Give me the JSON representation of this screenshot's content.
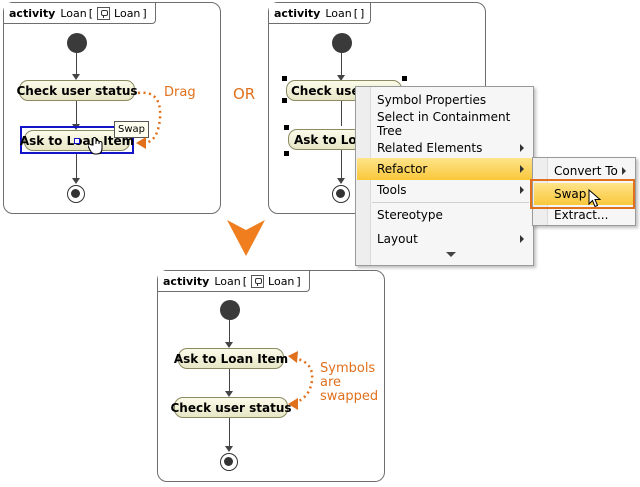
{
  "frame": {
    "keyword": "activity",
    "name": "Loan",
    "open_bracket": "[",
    "close_bracket": "]",
    "type_name": "Loan"
  },
  "panel1": {
    "action_top": "Check user status",
    "action_bottom": "Ask to Loan Item",
    "drag_label": "Drag",
    "tooltip": "Swap"
  },
  "or_label": "OR",
  "panel2": {
    "action_top": "Check user status",
    "action_bottom": "Ask to Loan Item",
    "context_menu": [
      {
        "label": "Symbol Properties",
        "submenu": false,
        "highlighted": false
      },
      {
        "label": "Select in Containment Tree",
        "submenu": false,
        "highlighted": false
      },
      {
        "label": "Related Elements",
        "submenu": true,
        "highlighted": false
      },
      {
        "label": "Refactor",
        "submenu": true,
        "highlighted": true
      },
      {
        "label": "Tools",
        "submenu": true,
        "highlighted": false
      },
      {
        "label": "Stereotype",
        "submenu": false,
        "highlighted": false
      },
      {
        "label": "Layout",
        "submenu": true,
        "highlighted": false
      }
    ],
    "refactor_submenu": [
      {
        "label": "Convert To",
        "submenu": true,
        "highlighted": false
      },
      {
        "label": "Swap",
        "submenu": false,
        "highlighted": true
      },
      {
        "label": "Extract...",
        "submenu": false,
        "highlighted": false
      }
    ]
  },
  "panel3": {
    "action_top": "Ask to Loan Item",
    "action_bottom": "Check user status",
    "note": [
      "Symbols",
      "are",
      "swapped"
    ]
  },
  "colors": {
    "accent": "#e0701c",
    "selection": "#1414c8",
    "menu_highlight": "#f9c73a"
  }
}
